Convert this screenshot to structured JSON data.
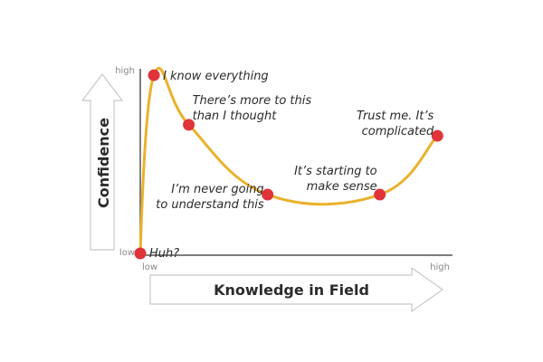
{
  "chart_data": {
    "type": "line",
    "title": "",
    "xlabel": "Knowledge in Field",
    "ylabel": "Confidence",
    "x_ticks": [
      "low",
      "high"
    ],
    "y_ticks": [
      "low",
      "high"
    ],
    "xlim": [
      0,
      100
    ],
    "ylim": [
      0,
      100
    ],
    "grid": false,
    "colors": {
      "line": "#e9b22c",
      "point": "#e0343a",
      "axis": "#555555",
      "arrow_stroke": "#c8c8c8"
    },
    "points": [
      {
        "x": 0,
        "y": 0,
        "label": "Huh?"
      },
      {
        "x": 4.5,
        "y": 97,
        "label": "I know everything"
      },
      {
        "x": 16,
        "y": 70,
        "label": [
          "There’s more to this",
          "than I thought"
        ]
      },
      {
        "x": 42,
        "y": 32,
        "label": [
          "I’m never going",
          "to understand this"
        ]
      },
      {
        "x": 79,
        "y": 32,
        "label": [
          "It’s starting to",
          "make sense"
        ]
      },
      {
        "x": 98,
        "y": 64,
        "label": [
          "Trust me. It’s",
          "complicated"
        ]
      }
    ]
  }
}
